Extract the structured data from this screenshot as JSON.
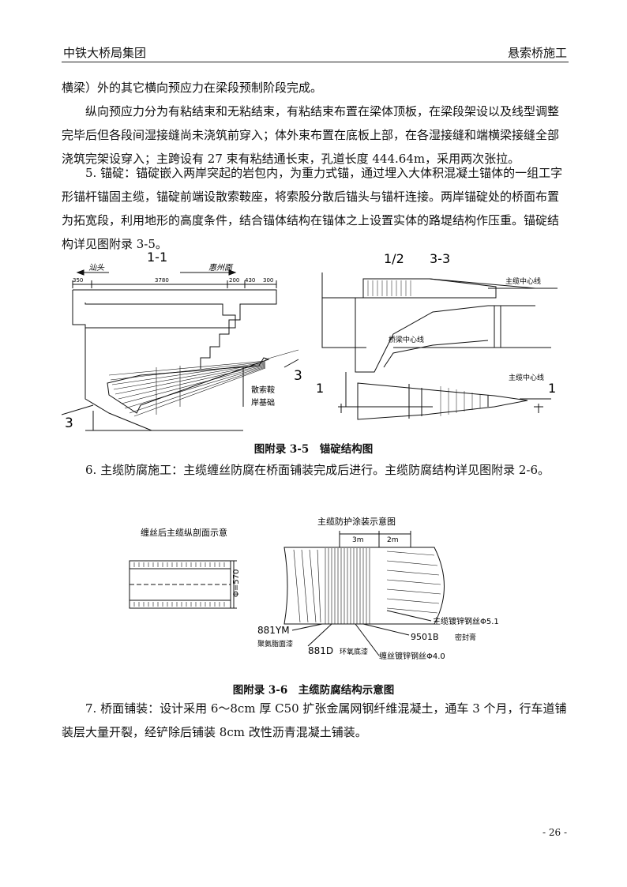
{
  "header": {
    "left": "中铁大桥局集团",
    "right": "悬索桥施工"
  },
  "paragraphs": [
    "横梁）外的其它横向预应力在梁段预制阶段完成。",
    "纵向预应力分为有粘结束和无粘结束，有粘结束布置在梁体顶板，在梁段架设以及线型调整完毕后但各段间湿接缝尚未浇筑前穿入；体外束布置在底板上部，在各湿接缝和端横梁接缝全部浇筑完架设穿入；主跨设有 27 束有粘结通长束，孔道长度 444.64m，采用两次张拉。",
    "5. 锚碇：锚碇嵌入两岸突起的岩包内，为重力式锚，通过埋入大体积混凝土锚体的一组工字形锚杆锚固主缆，锚碇前端设散索鞍座，将索股分散后锚头与锚杆连接。两岸锚碇处的桥面布置为拓宽段，利用地形的高度条件，结合锚体结构在锚体之上设置实体的路堤结构作压重。锚碇结构详见图附录 3-5。",
    "6. 主缆防腐施工：主缆缠丝防腐在桥面铺装完成后进行。主缆防腐结构详见图附录 2-6。",
    "7. 桥面铺装：设计采用 6～8cm 厚 C50 扩张金属网钢纤维混凝土，通车 3 个月，行车道铺装层大量开裂，经铲除后铺装 8cm 改性沥青混凝土铺装。"
  ],
  "figure1": {
    "caption": "图附录 3-5　锚碇结构图",
    "left": {
      "title": "1-1",
      "dir_left": "汕头",
      "dir_right": "惠州面",
      "dims": [
        "350",
        "3780",
        "200",
        "430",
        "300"
      ],
      "label_a": "散索鞍",
      "label_b": "岸基础",
      "cut_top": "3",
      "cut_bottom": "3"
    },
    "right": {
      "title_a": "1/2",
      "title_b": "3-3",
      "cable_center_top": "主缆中心线",
      "bridge_center": "桥梁中心线",
      "cable_center_bottom": "主缆中心线",
      "sec_left": "1",
      "sec_right": "1"
    }
  },
  "figure2": {
    "caption": "图附录 3-6　主缆防腐结构示意图",
    "left_title": "缠丝后主缆纵剖面示意",
    "diameter": "Φ=570",
    "right_title": "主缆防护涂装示意图",
    "dim1": "3m",
    "dim2": "2m",
    "labels": [
      "主缆镀锌钢丝Φ5.1",
      "9501B",
      "密封膏",
      "881YM",
      "聚氨脂面漆",
      "881D",
      "环氧底漆",
      "缠丝镀锌钢丝Φ4.0"
    ]
  },
  "page_number": "- 26 -"
}
